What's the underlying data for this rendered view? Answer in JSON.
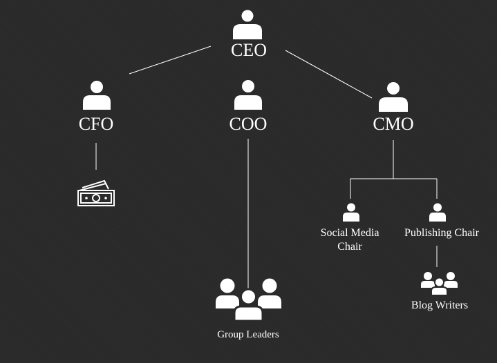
{
  "nodes": {
    "ceo": {
      "label": "CEO"
    },
    "cfo": {
      "label": "CFO"
    },
    "coo": {
      "label": "COO"
    },
    "cmo": {
      "label": "CMO"
    },
    "social_media_chair": {
      "label_line1": "Social Media",
      "label_line2": "Chair"
    },
    "publishing_chair": {
      "label": "Publishing Chair"
    },
    "group_leaders": {
      "label": "Group Leaders"
    },
    "blog_writers": {
      "label": "Blog Writers"
    }
  },
  "icons": {
    "person": "person-icon",
    "money": "money-icon",
    "group": "group-icon"
  },
  "colors": {
    "background": "#2a2a2a",
    "foreground": "#ffffff"
  }
}
